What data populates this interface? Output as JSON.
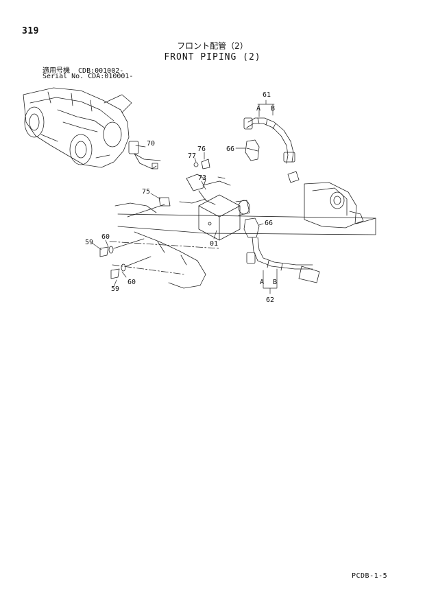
{
  "page_number": "319",
  "title_jp": "フロント配管（2）",
  "title_en": "FRONT PIPING (2)",
  "serial": {
    "row1": "適用号機  CDB:001002-",
    "row2": "Serial No. CDA:010001-"
  },
  "callouts": {
    "c61": "61",
    "a_top": "A",
    "b_top": "B",
    "c66a": "66",
    "c66b": "66",
    "c70": "70",
    "c76": "76",
    "c77": "77",
    "c73": "73",
    "c75": "75",
    "c01": "01",
    "c59a": "59",
    "c60a": "60",
    "c60b": "60",
    "c59b": "59",
    "a_bot": "A",
    "b_bot": "B",
    "c62": "62"
  },
  "footer_code": "PCDB-1-5"
}
